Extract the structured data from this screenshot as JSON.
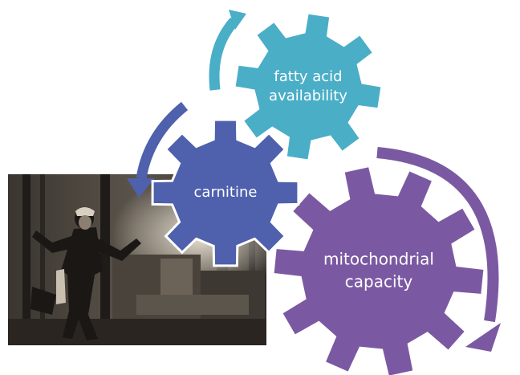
{
  "gears": [
    {
      "id": "fatty-acid",
      "lines": [
        "fatty acid",
        "availability"
      ],
      "color": "#4aaec7"
    },
    {
      "id": "carnitine",
      "lines": [
        "carnitine"
      ],
      "color": "#4f60ad"
    },
    {
      "id": "mito",
      "lines": [
        "mitochondrial",
        "capacity"
      ],
      "color": "#7b59a2"
    }
  ],
  "arrows": {
    "teal": "#4aaec7",
    "blue": "#4f60ad",
    "purple": "#7b59a2"
  },
  "photo": {
    "description_icon": "worker-photo"
  }
}
